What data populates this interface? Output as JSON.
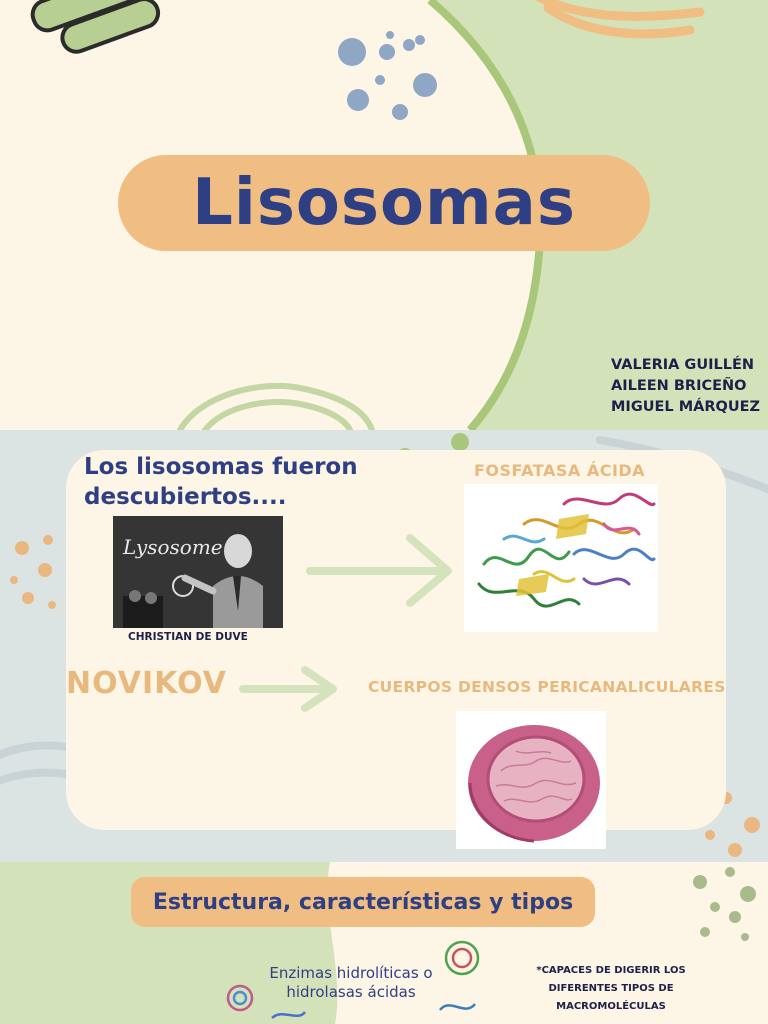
{
  "title": "Lisosomas",
  "authors": [
    "VALERIA GUILLÉN",
    "AILEEN BRICEÑO",
    "MIGUEL MÁRQUEZ"
  ],
  "discovery": {
    "heading": "Los lisosomas fueron descubiertos....",
    "photo_caption": "CHRISTIAN DE DUVE",
    "photo_board_text": "Lysosome",
    "enzyme_label": "FOSFATASA ÁCIDA",
    "scientist2": "NOVIKOV",
    "bodies_label": "CUERPOS DENSOS PERICANALICULARES"
  },
  "section3": {
    "subtitle": "Estructura, características y tipos",
    "enzymes_text": "Enzimas hidrolíticas o hidrolasas ácidas",
    "note": "*CAPACES DE DIGERIR LOS DIFERENTES TIPOS DE MACROMOLÉCULAS"
  },
  "colors": {
    "cream": "#fdf5e6",
    "green": "#d4e2ba",
    "orange": "#f0be82",
    "navy": "#2f3f84",
    "blue_gray": "#dce3e3"
  }
}
